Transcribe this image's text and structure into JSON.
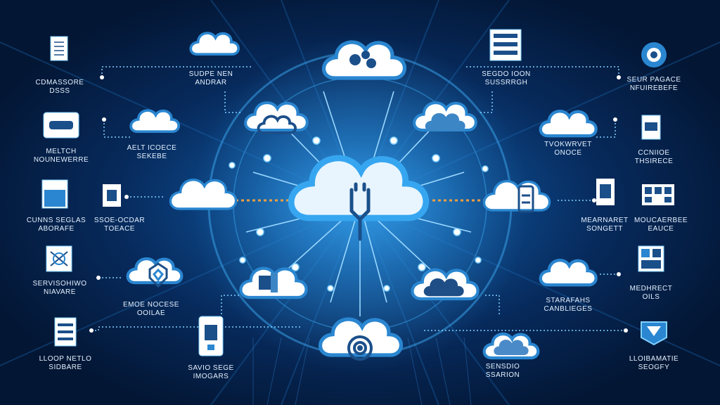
{
  "theme": {
    "line": "#7fd0ff",
    "accent": "#f0a040",
    "cloud_fill": "#ffffff",
    "cloud_ring": "#2a86d0",
    "icon": "#1b4f8a"
  },
  "labels": [
    {
      "id": "l1",
      "text": [
        "CDMASSORE",
        "DSSS"
      ]
    },
    {
      "id": "l2",
      "text": [
        "SUDPE NEN",
        "ANDRAR"
      ]
    },
    {
      "id": "l3",
      "text": [
        "SEGDO IOON",
        "SUSSRRGH"
      ]
    },
    {
      "id": "l4",
      "text": [
        "SEUR PAGACE",
        "NFUIREBEFE"
      ]
    },
    {
      "id": "l5",
      "text": [
        "MELTCH",
        "NOUNEWERRE"
      ]
    },
    {
      "id": "l6",
      "text": [
        "AELT ICOECE",
        "SEKEBE"
      ]
    },
    {
      "id": "l7",
      "text": [
        "TVOKWRVET",
        "ONOCE"
      ]
    },
    {
      "id": "l8",
      "text": [
        "CCNIIOE",
        "THSIRECE"
      ]
    },
    {
      "id": "l9",
      "text": [
        "CUNNS SEGLAS",
        "ABORAFE"
      ]
    },
    {
      "id": "l10",
      "text": [
        "SSOE-OCDAR",
        "TOEACE"
      ]
    },
    {
      "id": "l11",
      "text": [
        "MEARNARET",
        "SONGETT"
      ]
    },
    {
      "id": "l12",
      "text": [
        "MOUCAERBEE",
        "EAUCE"
      ]
    },
    {
      "id": "l13",
      "text": [
        "SERVISOHIWO",
        "NIAVARE"
      ]
    },
    {
      "id": "l14",
      "text": [
        "EMOE NOCESE",
        "OOILAE"
      ]
    },
    {
      "id": "l15",
      "text": [
        "STARAFAHS",
        "CANBLIEGES"
      ]
    },
    {
      "id": "l16",
      "text": [
        "MEDHRECT",
        "OILS"
      ]
    },
    {
      "id": "l17",
      "text": [
        "LLOOP NETLO",
        "SIDBARE"
      ]
    },
    {
      "id": "l18",
      "text": [
        "SAVIO SEGE",
        "IMOGARS"
      ]
    },
    {
      "id": "l19",
      "text": [
        "SENSDIO",
        "SSARION"
      ]
    },
    {
      "id": "l20",
      "text": [
        "LLOIBAMATIE",
        "SEOGFY"
      ]
    }
  ]
}
